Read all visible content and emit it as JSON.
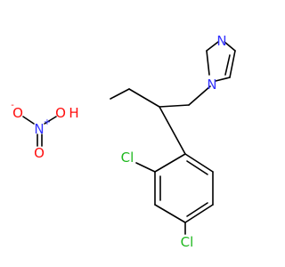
{
  "colors": {
    "bond": "#000000",
    "nitrogen": "#3333ff",
    "oxygen": "#ff0d0d",
    "chlorine": "#1fb81f",
    "background": "#ffffff"
  },
  "nitric_acid": {
    "o_minus": "O",
    "minus_charge": "-",
    "n_plus": "N",
    "plus_charge": "+",
    "o_double": "O",
    "oh_o": "O",
    "oh_h": "H"
  },
  "imidazole": {
    "n3": "N",
    "n1": "N"
  },
  "chlorines": {
    "cl_ortho": "Cl",
    "cl_para": "Cl"
  }
}
